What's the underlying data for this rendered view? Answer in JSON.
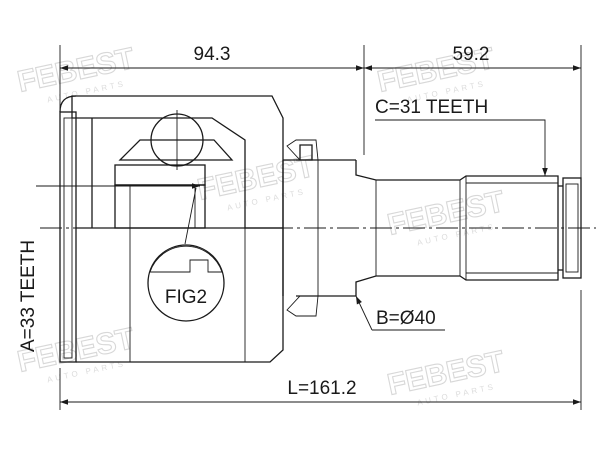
{
  "dimensions": {
    "housing_length": "94.3",
    "shaft_length": "59.2",
    "total_length": "L=161.2",
    "outer_teeth": "C=31 TEETH",
    "seal_diameter": "B=Ø40",
    "inner_teeth": "A=33 TEETH",
    "detail": "FIG2"
  },
  "watermark": {
    "brand": "FEBEST",
    "tagline": "AUTO PARTS"
  },
  "colors": {
    "line": "#1a1a1a",
    "hatch": "#1a1a1a",
    "watermark": "#d8d8d8"
  }
}
